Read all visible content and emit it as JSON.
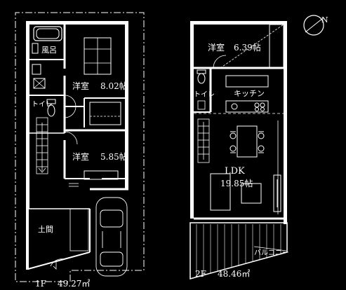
{
  "floor1": {
    "bath": "風呂",
    "toilet": "トイレ",
    "room1_name": "洋室",
    "room1_size": "8.02帖",
    "room2_name": "洋室",
    "room2_size": "5.85帖",
    "entry": "土間",
    "level": "1F",
    "area": "49.27㎡"
  },
  "floor2": {
    "room_name": "洋室",
    "room_size": "6.39帖",
    "toilet": "トイレ",
    "kitchen": "キッチン",
    "ldk": "LDK",
    "ldk_size": "19.85帖",
    "balcony": "バルコニー",
    "level": "2F",
    "area": "48.46㎡"
  },
  "compass_label": "N"
}
